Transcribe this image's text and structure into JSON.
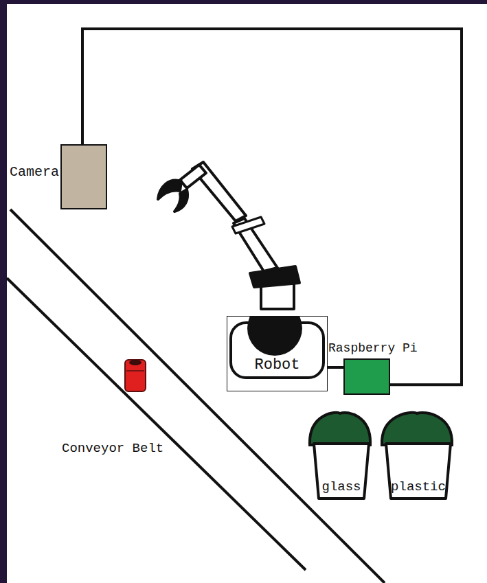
{
  "diagram": {
    "nodes": [
      {
        "text": [
          "Camera"
        ]
      },
      {
        "text": [
          "Robot"
        ]
      },
      {
        "text": [
          "Raspberry Pi"
        ]
      },
      {
        "text": [
          "glass"
        ]
      },
      {
        "text": [
          "plastic"
        ]
      }
    ],
    "edges": [
      {
        "from": 0,
        "to": 2,
        "arrow": "none"
      },
      {
        "from": 1,
        "to": 2,
        "arrow": "none"
      }
    ],
    "labels": [
      "Conveyor Belt"
    ]
  }
}
